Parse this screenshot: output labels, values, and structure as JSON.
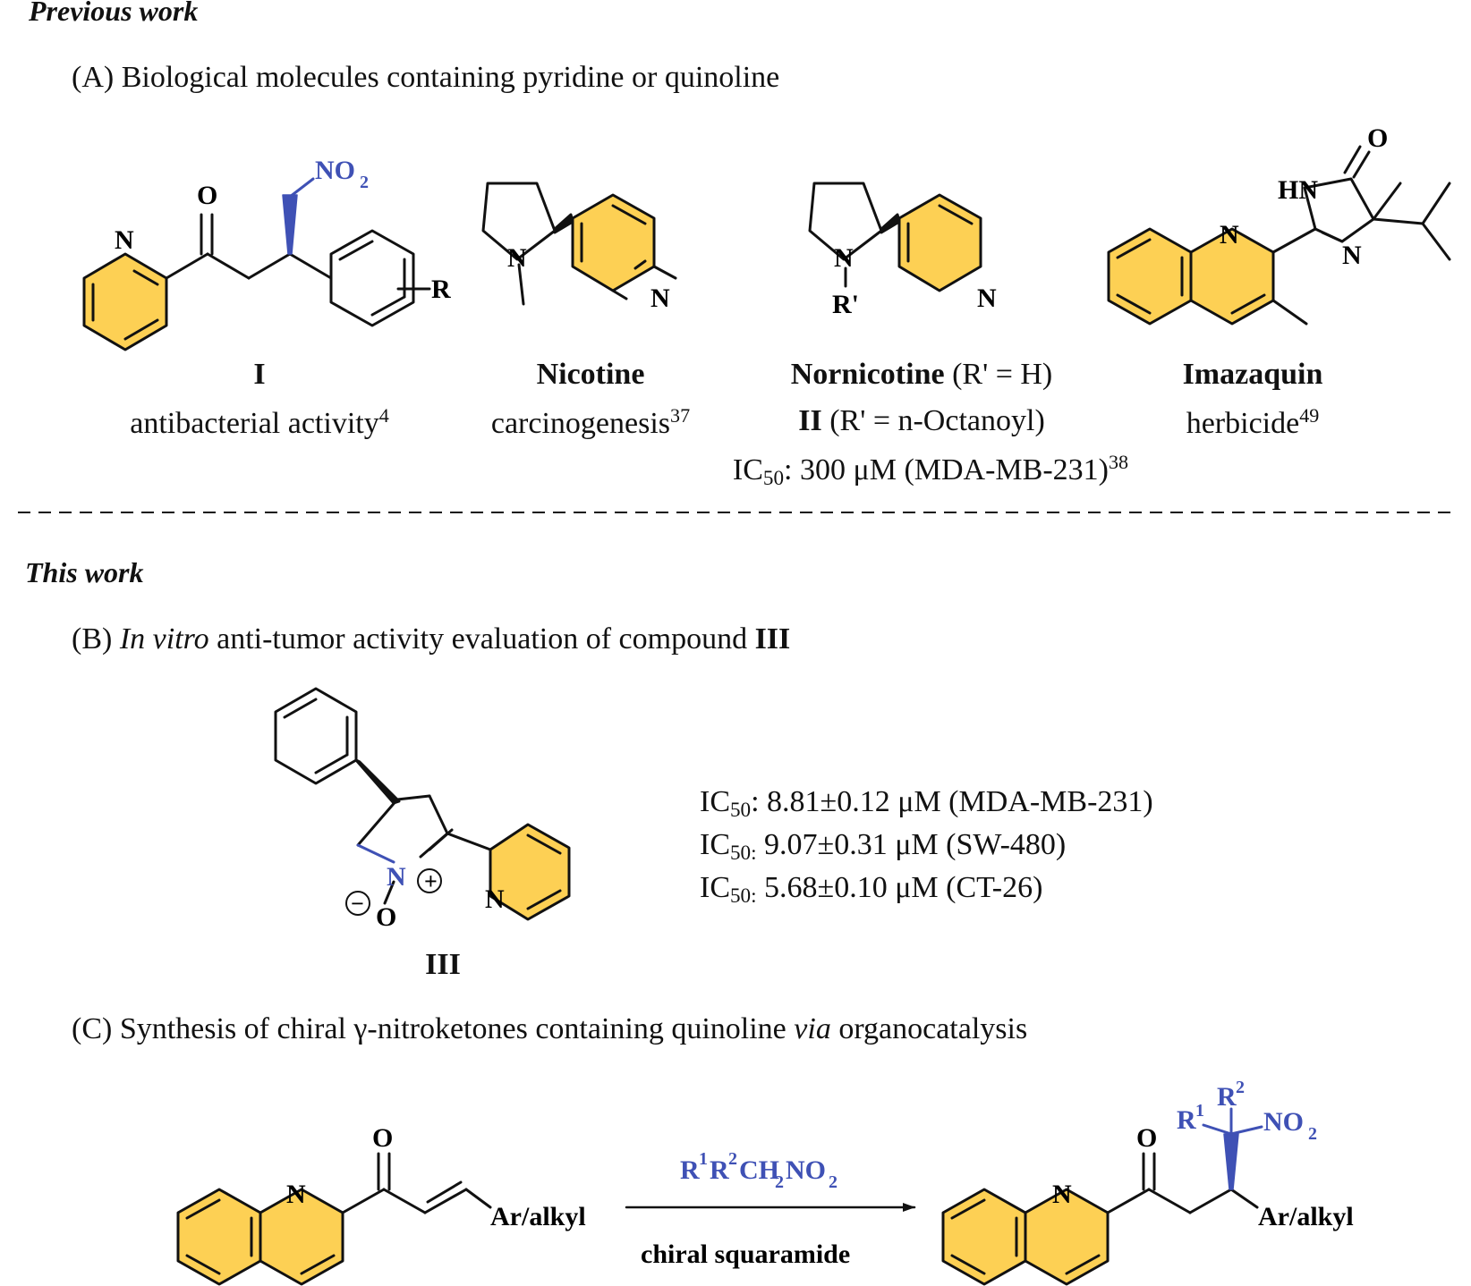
{
  "headings": {
    "previous": "Previous work",
    "this": "This work"
  },
  "section_a": {
    "label": "(A) Biological molecules containing pyridine or quinoline"
  },
  "section_b": {
    "prefix": "(B)  ",
    "italic": "In vitro",
    "middle": " anti-tumor activity evaluation of compound ",
    "bold": "III"
  },
  "section_c": {
    "prefix": "(C) Synthesis of chiral γ-nitroketones containing quinoline ",
    "italic": "via",
    "suffix": " organocatalysis"
  },
  "compounds": {
    "I": {
      "name": "I",
      "desc": "antibacterial activity",
      "ref": "4"
    },
    "nicotine": {
      "name": "Nicotine",
      "desc": "carcinogenesis",
      "ref": "37"
    },
    "nornicotine": {
      "name": "Nornicotine",
      "cond": " (R' = H)",
      "name2": "II",
      "cond2": " (R' = n-Octanoyl)",
      "ic_prefix": "IC",
      "ic_sub": "50",
      "ic_text": ": 300 μM (MDA-MB-231)",
      "ref": "38"
    },
    "imazaquin": {
      "name": "Imazaquin",
      "desc": "herbicide",
      "ref": "49"
    },
    "III": {
      "name": "III"
    }
  },
  "ic50_list": [
    {
      "prefix": "IC",
      "sub": "50",
      "text": ": 8.81±0.12 μM (MDA-MB-231)"
    },
    {
      "prefix": "IC",
      "sub": "50:",
      "text": " 9.07±0.31 μM (SW-480)"
    },
    {
      "prefix": "IC",
      "sub": "50:",
      "text": " 5.68±0.10 μM (CT-26)"
    }
  ],
  "atoms": {
    "N": "N",
    "O": "O",
    "R": "R",
    "Rp": "R'",
    "HN": "HN",
    "NO": "NO",
    "two": "2",
    "one": "1",
    "R1": "R",
    "R2": "R",
    "plus": "+",
    "minus": "−",
    "aralkyl": "Ar/alkyl"
  },
  "reaction": {
    "reagent_r1": "R",
    "reagent_1": "1",
    "reagent_r2": "R",
    "reagent_2": "2",
    "reagent_ch": "CH",
    "reagent_ch2": "2",
    "reagent_no": "NO",
    "reagent_no2": "2",
    "catalyst": "chiral squaramide"
  },
  "colors": {
    "ring_fill": "#fdd054",
    "accent_blue": "#3f51b5",
    "bond": "#111111"
  }
}
